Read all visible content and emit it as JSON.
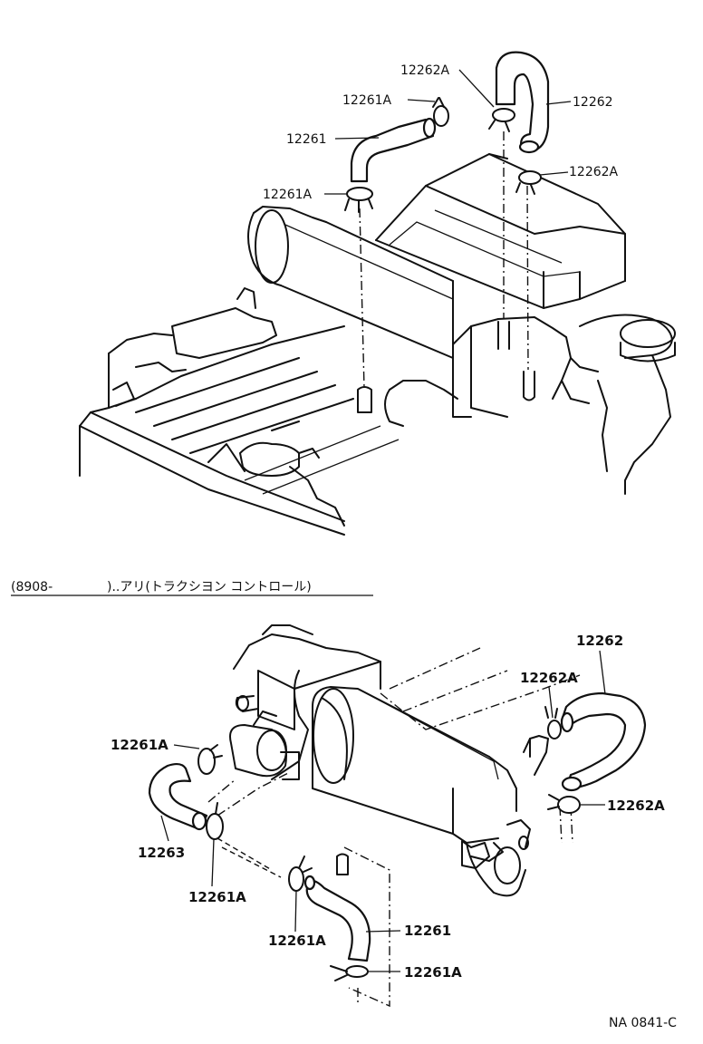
{
  "upper_diagram": {
    "labels": {
      "clamp_a_top": "12262A",
      "clamp_b_top": "12261A",
      "hose_b": "12261",
      "clamp_b_bottom": "12261A",
      "hose_a": "12262",
      "clamp_a_bottom": "12262A"
    }
  },
  "section_header": {
    "code": "(8908-",
    "description": ")..アリ(トラクシヨン コントロール)"
  },
  "lower_diagram": {
    "labels": {
      "hose_a": "12262",
      "clamp_a_top": "12262A",
      "clamp_a_bottom": "12262A",
      "clamp_b_left": "12261A",
      "hose_c": "12263",
      "clamp_b_mid": "12261A",
      "clamp_b_lower": "12261A",
      "hose_b": "12261",
      "clamp_b_bottom": "12261A"
    }
  },
  "figure_code": "NA 0841-C"
}
